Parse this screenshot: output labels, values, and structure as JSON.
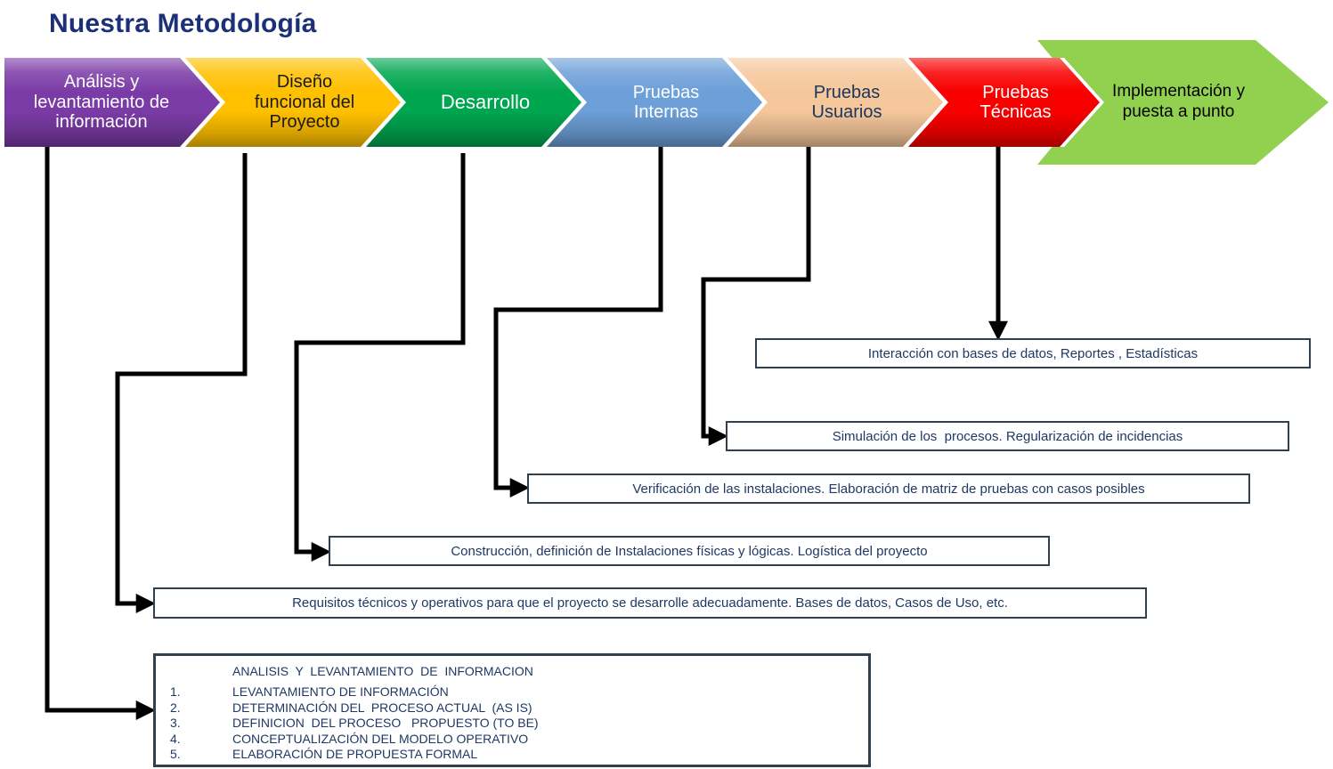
{
  "title": "Nuestra Metodología",
  "process_steps": [
    {
      "id": "analisis",
      "label": "Análisis y\nlevantamiento de\ninformación",
      "fill": "#7B3BA6",
      "text_color": "#FFFFFF"
    },
    {
      "id": "diseno-funcional",
      "label": "Diseño\nfuncional del\nProyecto",
      "fill": "#FFC000",
      "text_color": "#1A1A1A"
    },
    {
      "id": "desarrollo",
      "label": "Desarrollo",
      "fill": "#00A64F",
      "text_color": "#FFFFFF"
    },
    {
      "id": "pruebas-internas",
      "label": "Pruebas\nInternas",
      "fill": "#6D9FD8",
      "text_color": "#FFFFFF"
    },
    {
      "id": "pruebas-usuarios",
      "label": "Pruebas\nUsuarios",
      "fill": "#F6C79B",
      "text_color": "#17365D"
    },
    {
      "id": "pruebas-tecnicas",
      "label": "Pruebas\nTécnicas",
      "fill": "#F80000",
      "text_color": "#FFFFFF"
    },
    {
      "id": "implementacion",
      "label": "Implementación y\npuesta a punto",
      "fill": "#92D050",
      "text_color": "#000000"
    }
  ],
  "detail_boxes": [
    {
      "id": "interaccion",
      "source_step": "pruebas-tecnicas",
      "text": "Interacción con bases de datos, Reportes , Estadísticas"
    },
    {
      "id": "simulacion",
      "source_step": "pruebas-usuarios",
      "text": "Simulación de los  procesos. Regularización de incidencias"
    },
    {
      "id": "verificacion",
      "source_step": "pruebas-internas",
      "text": "Verificación de las instalaciones. Elaboración de matriz de pruebas con casos posibles"
    },
    {
      "id": "construccion",
      "source_step": "desarrollo",
      "text": "Construcción, definición de Instalaciones físicas y lógicas. Logística del proyecto"
    },
    {
      "id": "requisitos",
      "source_step": "diseno-funcional",
      "text": "Requisitos técnicos y operativos para que el proyecto se desarrolle adecuadamente. Bases de datos, Casos de Uso, etc."
    }
  ],
  "analysis_box": {
    "source_step": "analisis",
    "header": "ANALISIS  Y  LEVANTAMIENTO  DE  INFORMACION",
    "items": [
      "LEVANTAMIENTO DE INFORMACIÓN",
      "DETERMINACIÓN DEL  PROCESO ACTUAL  (AS IS)",
      "DEFINICION  DEL PROCESO   PROPUESTO (TO BE)",
      "CONCEPTUALIZACIÓN DEL MODELO OPERATIVO",
      "ELABORACIÓN DE PROPUESTA FORMAL"
    ]
  },
  "style_values": {
    "title_color": "#1B3077",
    "box_text_color": "#1F3864",
    "box_border_color": "#323F4F",
    "connector_color": "#000000"
  }
}
